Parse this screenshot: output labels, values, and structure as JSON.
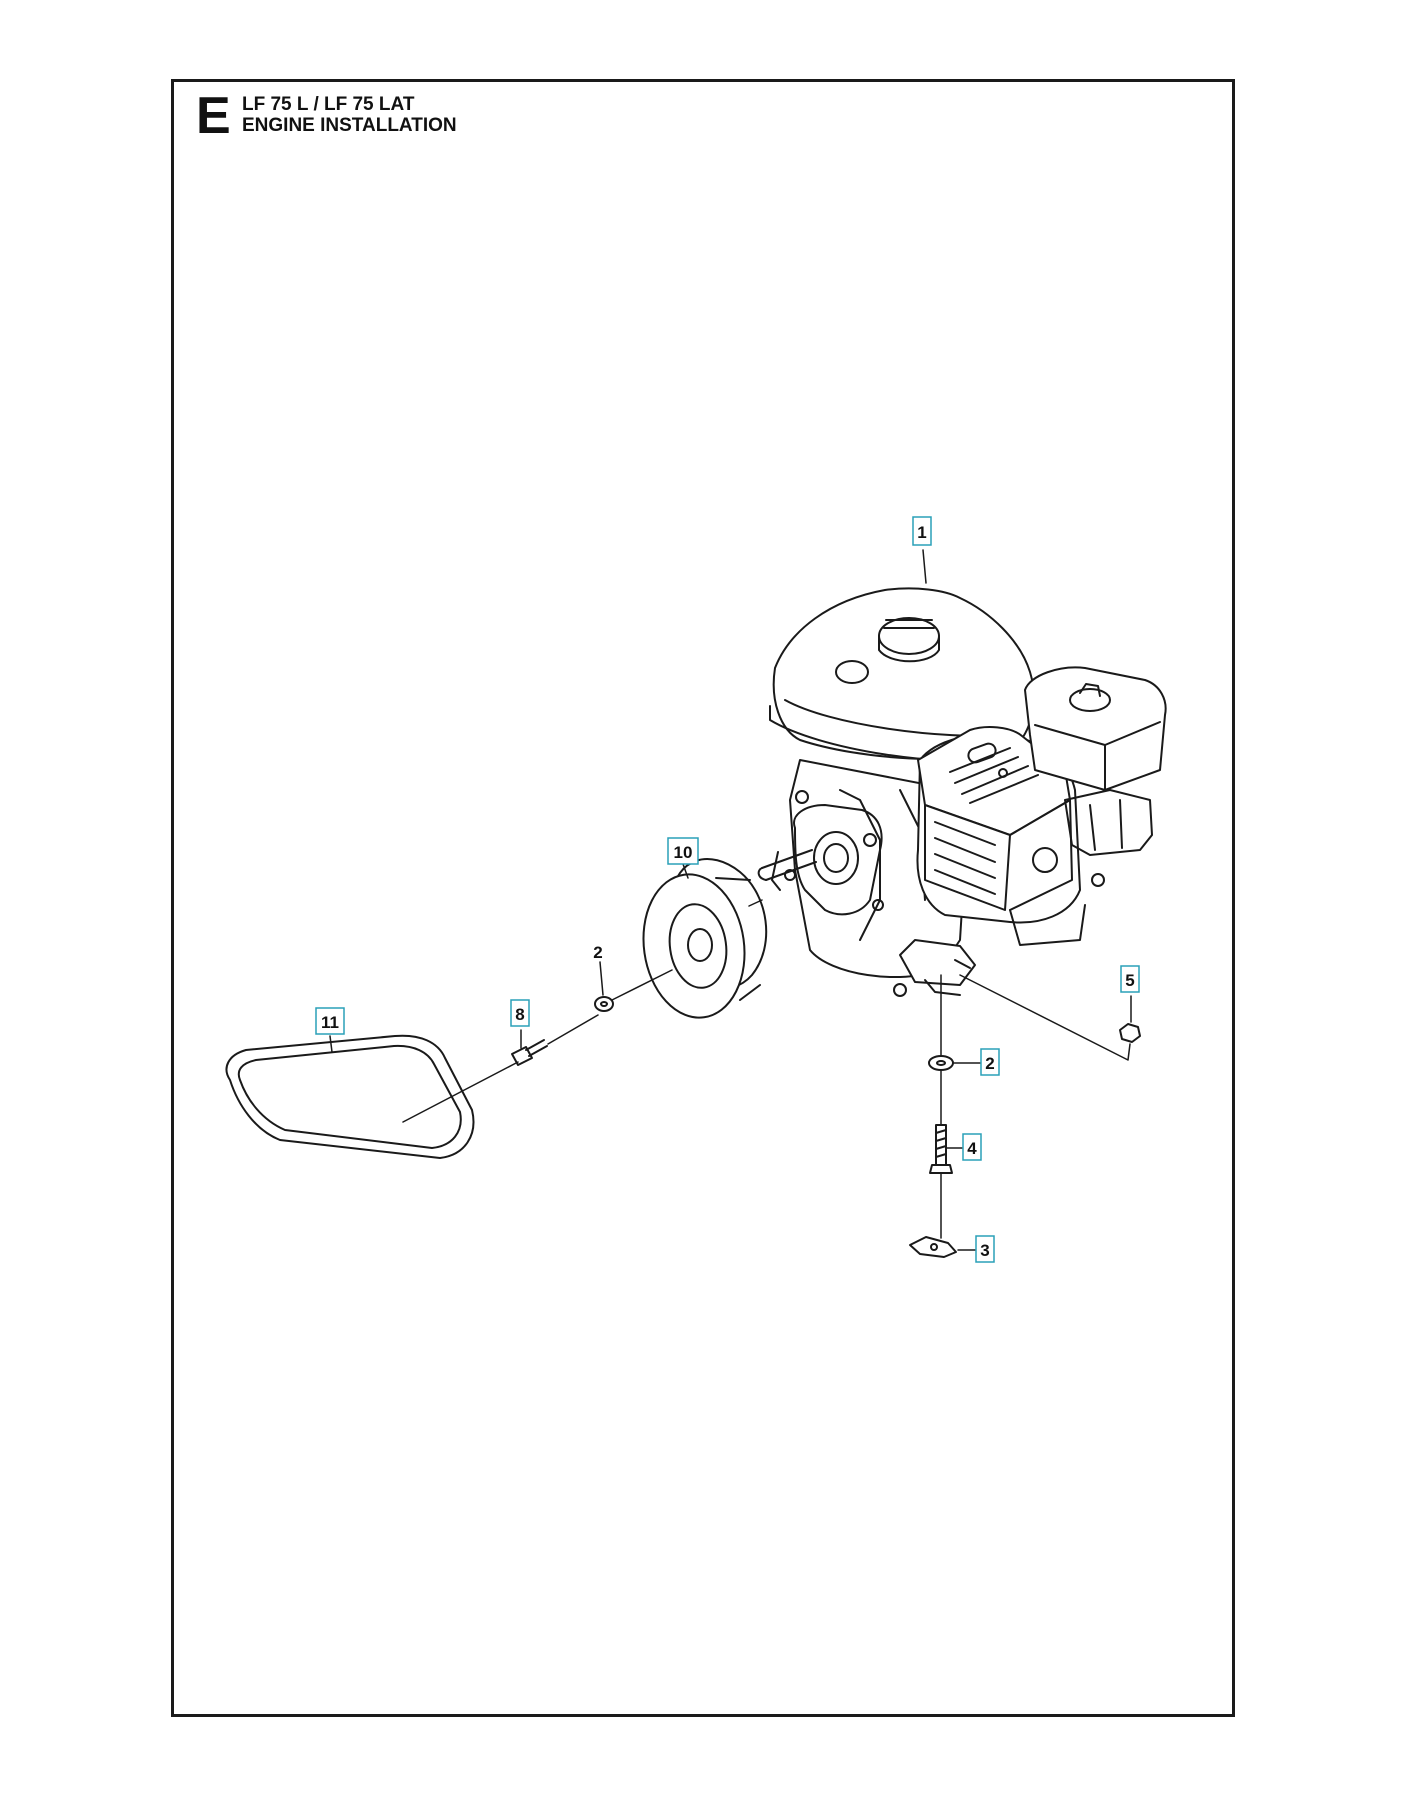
{
  "header": {
    "section_letter": "E",
    "model": "LF 75 L / LF 75 LAT",
    "title": "ENGINE INSTALLATION"
  },
  "callouts": [
    {
      "id": "c1",
      "label": "1",
      "boxed": true
    },
    {
      "id": "c10",
      "label": "10",
      "boxed": true
    },
    {
      "id": "c2a",
      "label": "2",
      "boxed": false
    },
    {
      "id": "c8",
      "label": "8",
      "boxed": true
    },
    {
      "id": "c11",
      "label": "11",
      "boxed": true
    },
    {
      "id": "c5",
      "label": "5",
      "boxed": true
    },
    {
      "id": "c2b",
      "label": "2",
      "boxed": true
    },
    {
      "id": "c4",
      "label": "4",
      "boxed": true
    },
    {
      "id": "c3",
      "label": "3",
      "boxed": true
    }
  ],
  "colors": {
    "line": "#1a1a1a",
    "callout_box": "#2aa0b8"
  }
}
